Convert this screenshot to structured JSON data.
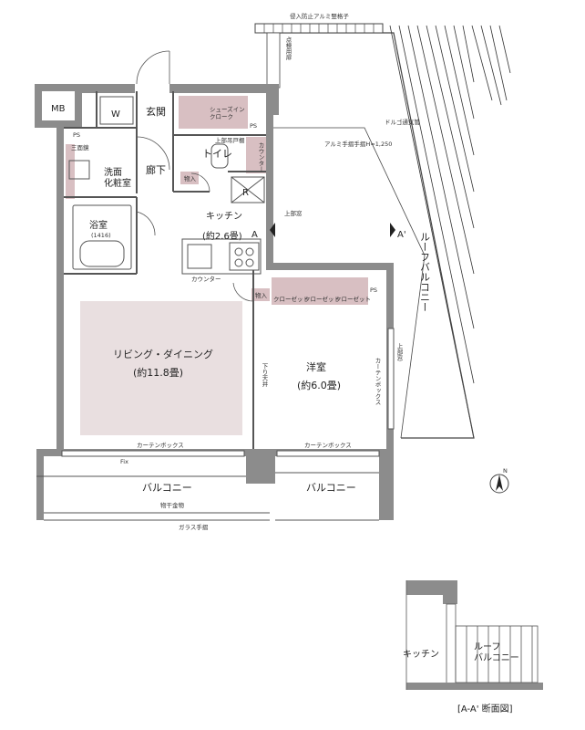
{
  "rooms": {
    "genkan": "玄関",
    "shoes_in_cloak": "シューズイン\nクローク",
    "toilet": "トイレ",
    "corridor": "廊下",
    "washroom": "洗面\n化粧室",
    "bathroom": "浴室",
    "bath_size": "(1416)",
    "kitchen": "キッチン",
    "kitchen_size": "(約2.6畳)",
    "living": "リビング・ダイニング",
    "living_size": "(約11.8畳)",
    "western": "洋室",
    "western_size": "(約6.0畳)",
    "balcony_left": "バルコニー",
    "balcony_right": "バルコニー",
    "roof_balcony": "ルーフバルコニー",
    "section_kitchen": "キッチン",
    "section_roof_balcony": "ルーフ\nバルコニー"
  },
  "fixtures": {
    "mb": "MB",
    "w": "W",
    "ps_top": "PS",
    "ps_left": "PS",
    "ps_right": "PS",
    "storage1": "物入",
    "storage2": "物入",
    "sanmenkyo": "三面鏡",
    "upper_cabinet": "上部吊戸棚",
    "counter_v": "カウンター",
    "counter": "カウンター",
    "refrigerator": "R",
    "closet1": "クローゼット",
    "closet2": "クローゼット",
    "closet3": "クローゼット",
    "curtain_box_ld": "カーテンボックス",
    "curtain_box_w": "カーテンボックス",
    "curtain_box_side": "カーテンボックス",
    "fix": "Fix",
    "drying_hardware": "物干金物",
    "glass_handrail": "ガラス手摺",
    "drop_ceiling": "下り天井",
    "upper_window": "上部窓",
    "upper_window2": "上部窓",
    "inspection_door": "点検用扉",
    "anti_intrusion_grille": "侵入防止アルミ竪格子",
    "drain_vent": "ドルゴ通気管",
    "aluminum_handrail": "アルミ手摺手摺H=1,250",
    "section_marker": "A",
    "section_marker_b": "A'",
    "north": "N"
  },
  "section": {
    "caption": "[A-A' 断面図]"
  },
  "colors": {
    "wall": "#8c8c8c",
    "line": "#555555",
    "floor_tint": "#e9dfe0",
    "storage_fill": "#d8bfc2",
    "closet_fill": "#d8bfc2"
  }
}
